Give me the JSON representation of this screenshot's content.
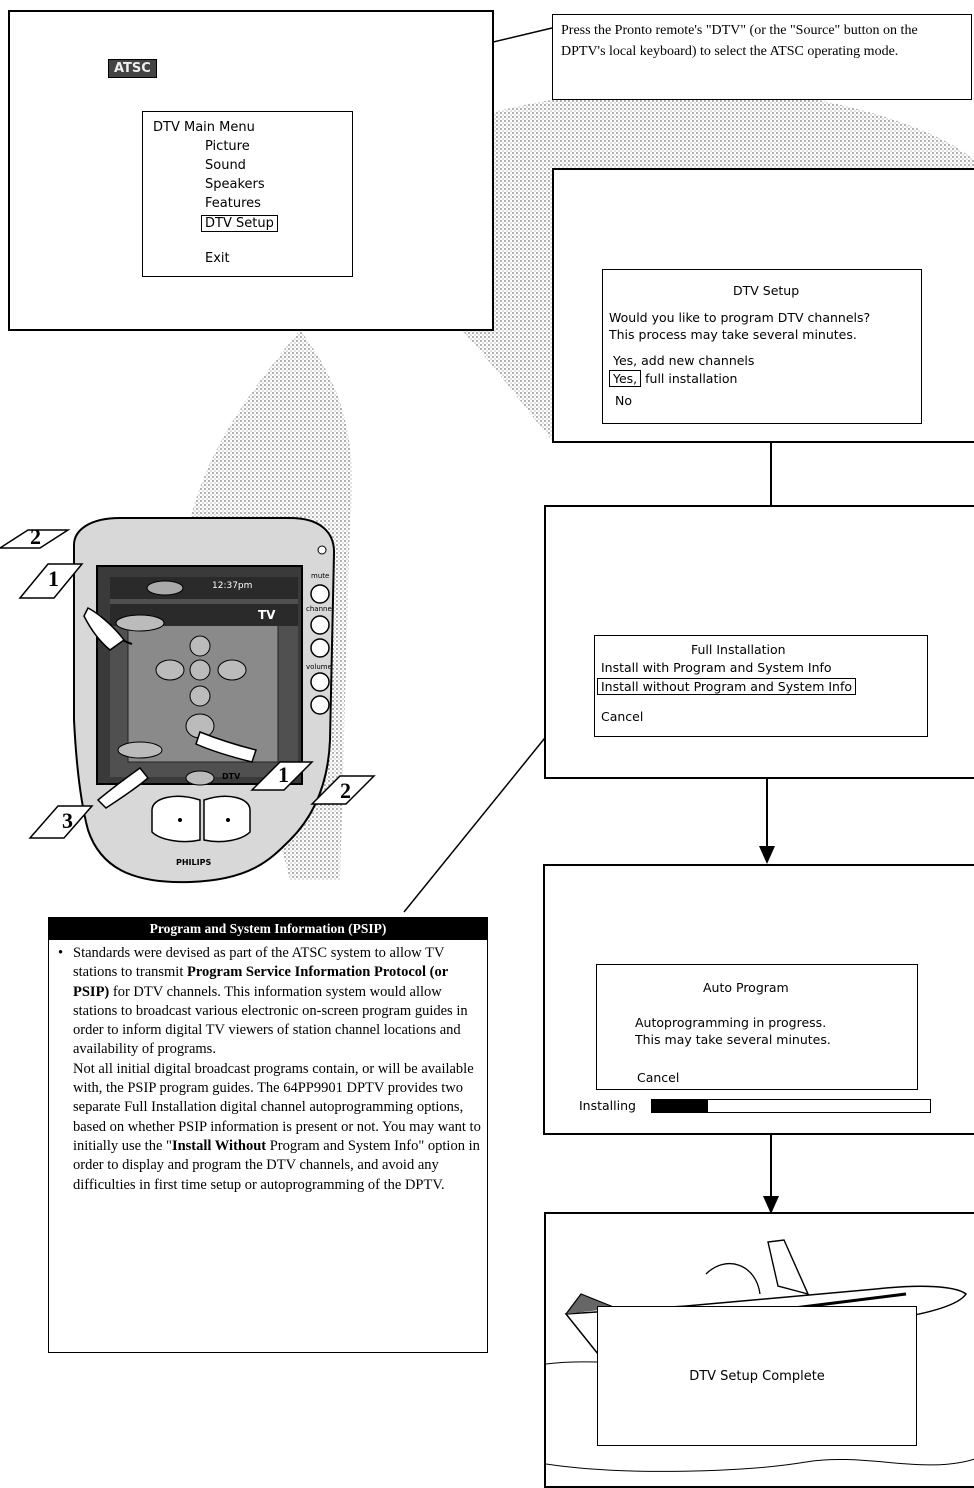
{
  "callout": {
    "text": "Press the Pronto remote's \"DTV\" (or the \"Source\" button on the DPTV's local keyboard) to select the ATSC operating mode."
  },
  "screen1": {
    "atsc_badge": "ATSC",
    "menu_title": "DTV Main Menu",
    "items": [
      "Picture",
      "Sound",
      "Speakers",
      "Features",
      "DTV Setup",
      "Exit"
    ],
    "selected_item": "DTV Setup"
  },
  "screen2": {
    "title": "DTV Setup",
    "question_line1": "Would you like to program DTV channels?",
    "question_line2": "This process may take several minutes.",
    "option_add": "Yes, add new channels",
    "option_full_highlight": "Yes,",
    "option_full_rest": "full installation",
    "option_no": "No"
  },
  "screen3": {
    "title": "Full Installation",
    "option_with": "Install with Program and System Info",
    "option_without": "Install without Program and System Info",
    "cancel": "Cancel"
  },
  "screen4": {
    "title": "Auto Program",
    "line1": "Autoprogramming in progress.",
    "line2": "This may take several minutes.",
    "cancel": "Cancel",
    "installing_label": "Installing",
    "progress_fraction": 0.2
  },
  "screen5": {
    "message": "DTV Setup Complete"
  },
  "remote": {
    "time": "12:37pm",
    "mode": "TV",
    "label_mute": "mute",
    "label_channel": "channel",
    "label_volume": "volume",
    "label_dtv": "DTV",
    "brand": "PHILIPS",
    "step_markers": [
      "2",
      "1",
      "1",
      "2",
      "3"
    ]
  },
  "psip": {
    "heading": "Program and System Information (PSIP)",
    "p1_a": "Standards were devised as part of the ATSC system to allow TV stations to transmit ",
    "p1_bold": "Program Service Information Protocol (or PSIP)",
    "p1_b": " for DTV channels. This information system would allow stations to broadcast various electronic on-screen program guides in order to inform digital TV viewers of station channel locations and availability of programs.",
    "p2_a": "Not all initial digital broadcast programs contain, or will be available with, the PSIP program guides. The 64PP9901 DPTV provides two separate Full Installation digital channel autoprogramming options, based on whether PSIP information is present or not. You may want to initially use the \"",
    "p2_bold": "Install Without",
    "p2_b": " Program and System Info\" option in order to display and program the DTV channels, and avoid any difficulties in first time setup or autoprogramming of the DPTV."
  }
}
